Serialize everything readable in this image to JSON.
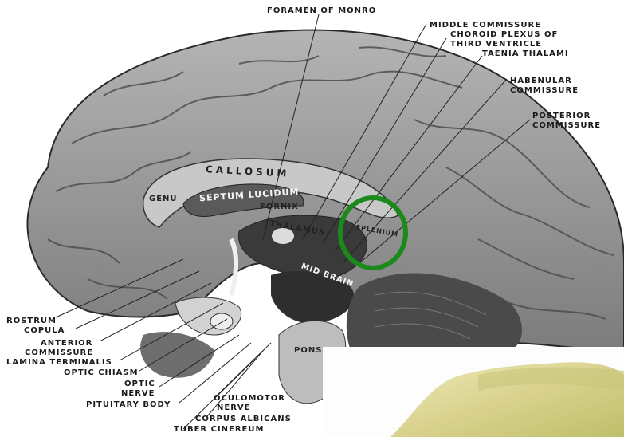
{
  "labels": {
    "foramen_of_monro": "FORAMEN OF MONRO",
    "middle_commissure": "MIDDLE COMMISSURE",
    "choroid_plexus": "CHOROID PLEXUS OF",
    "third_ventricle": "THIRD VENTRICLE",
    "taenia_thalami": "TAENIA THALAMI",
    "habenular": "HABENULAR",
    "habenular_commissure": "COMMISSURE",
    "posterior": "POSTERIOR",
    "posterior_commissure": "COMMISSURE",
    "rostrum": "ROSTRUM",
    "copula": "COPULA",
    "anterior": "ANTERIOR",
    "anterior_commissure": "COMMISSURE",
    "lamina_terminalis": "LAMINA TERMINALIS",
    "optic_chiasm": "OPTIC CHIASM",
    "optic": "OPTIC",
    "nerve": "NERVE",
    "pituitary_body": "PITUITARY BODY",
    "oculomotor": "OCULOMOTOR",
    "oculomotor_nerve": "NERVE",
    "corpus_albicans": "CORPUS ALBICANS",
    "tuber_cinereum": "TUBER CINEREUM"
  },
  "inner_labels": {
    "callosum": "CALLOSUM",
    "genu": "GENU",
    "septum_lucidum": "SEPTUM LUCIDUM",
    "fornix": "FORNIX",
    "thalamus": "THALAMUS",
    "splenium": "SPLENIUM",
    "mid_brain": "MID BRAIN",
    "pons": "PONS"
  },
  "colors": {
    "highlight_circle": "#1a8a1a",
    "cortex": "#9a9a9a",
    "overlay_yellow": "#d8d49a"
  }
}
